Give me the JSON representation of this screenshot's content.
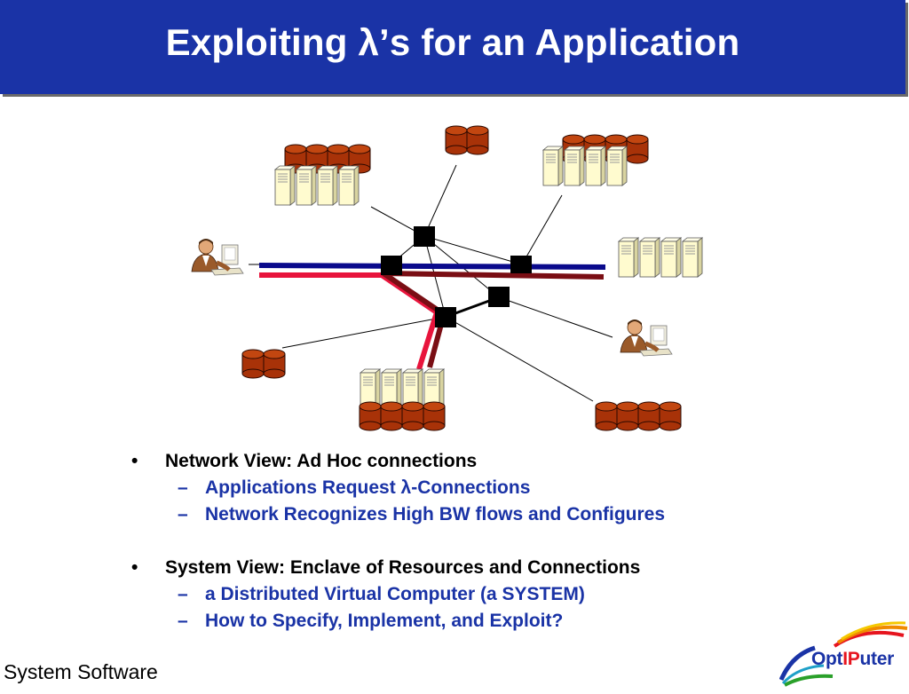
{
  "slide": {
    "title": "Exploiting λ’s for an Application",
    "footer": "System Software"
  },
  "bullets": [
    {
      "text": "Network View: Ad Hoc connections",
      "subs": [
        "Applications Request λ-Connections",
        "Network Recognizes High BW flows and Configures"
      ]
    },
    {
      "text": "System View: Enclave of Resources and Connections",
      "subs": [
        "a Distributed Virtual Computer (a SYSTEM)",
        "How to Specify, Implement, and Exploit?"
      ]
    }
  ],
  "markers": {
    "bullet": "•",
    "dash": "–"
  },
  "logo": {
    "part1": "Opt",
    "part2": "IP",
    "part3": "uter"
  },
  "colors": {
    "title_bar": "#1a33a6",
    "sub_bullet_text": "#1a33a6",
    "lambda_blue": "#0a0a8c",
    "lambda_red": "#e8143c",
    "lambda_maroon": "#7a0e14",
    "storage": "#a83208",
    "server": "#fffbcf"
  },
  "icons": [
    "storage-cylinder-icon",
    "server-tower-icon",
    "network-switch-icon",
    "user-at-workstation-icon"
  ]
}
